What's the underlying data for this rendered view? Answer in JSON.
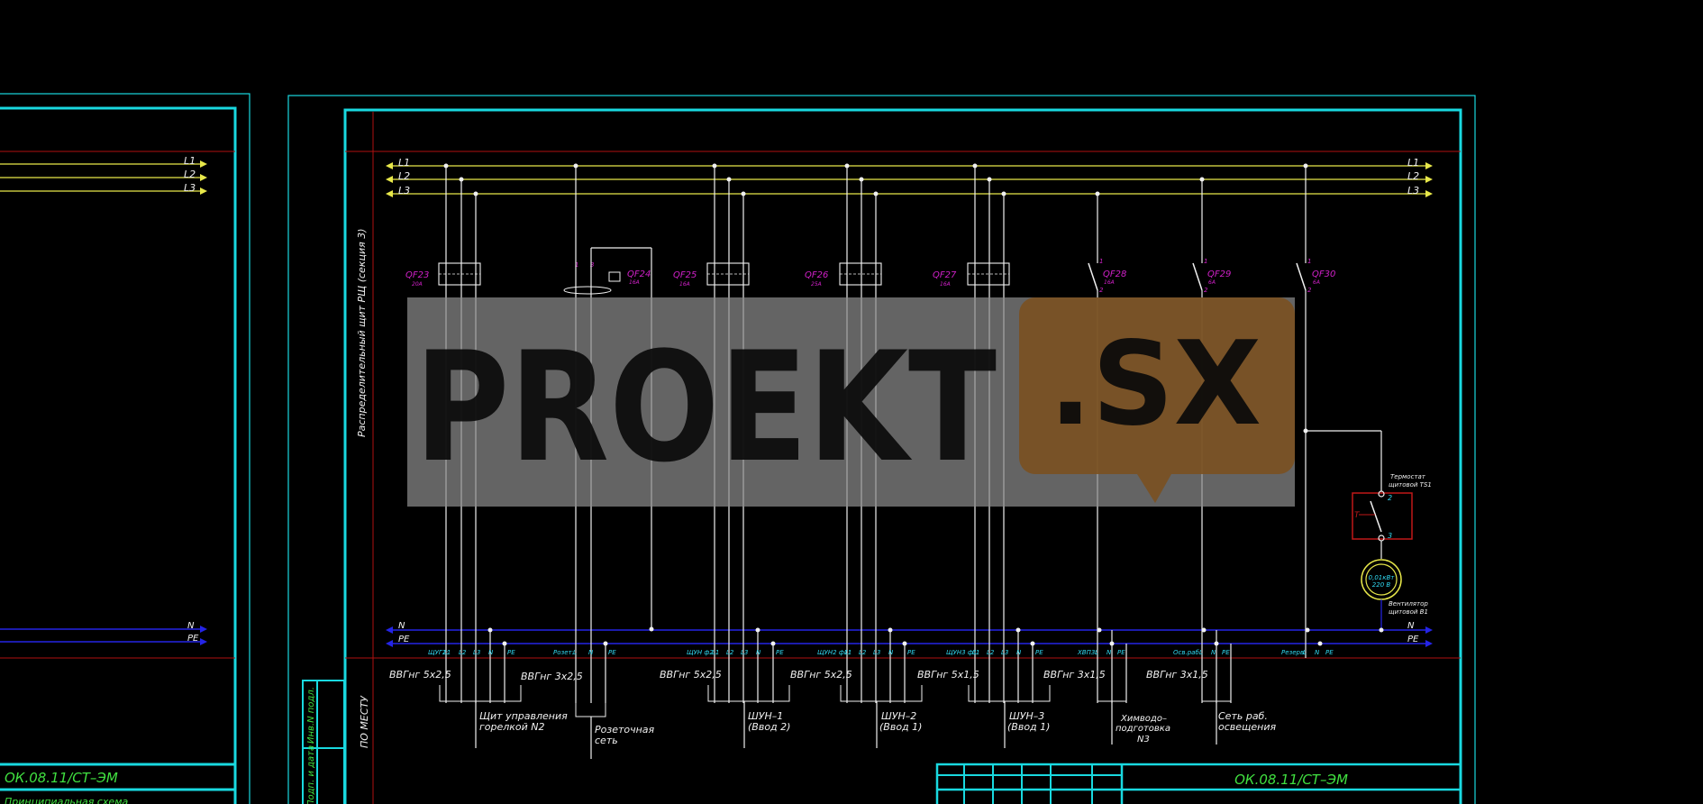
{
  "colors": {
    "frame": "#19d9e0",
    "bus_l": "#e8e84a",
    "bus_n": "#2424e6",
    "red": "#b01010",
    "magenta": "#d020c8",
    "wire": "#f0f0f0",
    "label_green": "#40e040",
    "label_cyan": "#30d8f0"
  },
  "left_sheet": {
    "bus_labels": [
      "L1",
      "L2",
      "L3"
    ],
    "neutral_labels": [
      "N",
      "PE"
    ],
    "doc_code": "ОК.08.11/СТ–ЭМ",
    "cut_text": "Принципиальная схема"
  },
  "right_sheet": {
    "bus_labels_left": [
      "L1",
      "L2",
      "L3"
    ],
    "bus_labels_right": [
      "L1",
      "L2",
      "L3"
    ],
    "n_label": "N",
    "pe_label": "PE",
    "vertical_title": "Распределительный щит РЩ (секция 3)",
    "vertical_place": "ПО МЕСТУ",
    "doc_code": "ОК.08.11/СТ–ЭМ",
    "stamp_labels": [
      "Инв.N подл.",
      "Подп. и дата"
    ],
    "breakers": [
      {
        "id": "QF23",
        "rating": "20А"
      },
      {
        "id": "QF24",
        "rating": "16А"
      },
      {
        "id": "QF25",
        "rating": "16А"
      },
      {
        "id": "QF26",
        "rating": "25А"
      },
      {
        "id": "QF27",
        "rating": "16А"
      },
      {
        "id": "QF28",
        "rating": "16А"
      },
      {
        "id": "QF29",
        "rating": "6А"
      },
      {
        "id": "QF30",
        "rating": "6А"
      }
    ],
    "terminal_groups": [
      "ЩУГ2:",
      "Розет:",
      "ЩУН ф2:",
      "ЩУН2 ф1:",
      "ЩУН3 ф1:",
      "ХВП3:",
      "Осв.раб:",
      "Резерв:"
    ],
    "cables": [
      "ВВГнг 5х2,5",
      "ВВГнг 3х2,5",
      "ВВГнг 5х2,5",
      "ВВГнг 5х2,5",
      "ВВГнг 5х1,5",
      "ВВГнг 3х1,5",
      "ВВГнг 3х1,5"
    ],
    "loads": [
      [
        "Щит управления",
        "горелкой N2"
      ],
      [
        "Розеточная",
        "сеть"
      ],
      [
        "ШУН–1",
        "(Ввод 2)"
      ],
      [
        "ШУН–2",
        "(Ввод 1)"
      ],
      [
        "ШУН–3",
        "(Ввод 1)"
      ],
      [
        "Химводо–",
        "подготовка",
        "N3"
      ],
      [
        "Сеть раб.",
        "освещения"
      ]
    ],
    "thermostat": [
      "Термостат",
      "щитовой TS1"
    ],
    "fan": [
      "Вентилятор",
      "щитовой В1"
    ],
    "fan_params": [
      "0,01кВт",
      "220 В"
    ]
  },
  "watermark": {
    "text_main": "PROEKT",
    "text_tag": ".SX"
  }
}
